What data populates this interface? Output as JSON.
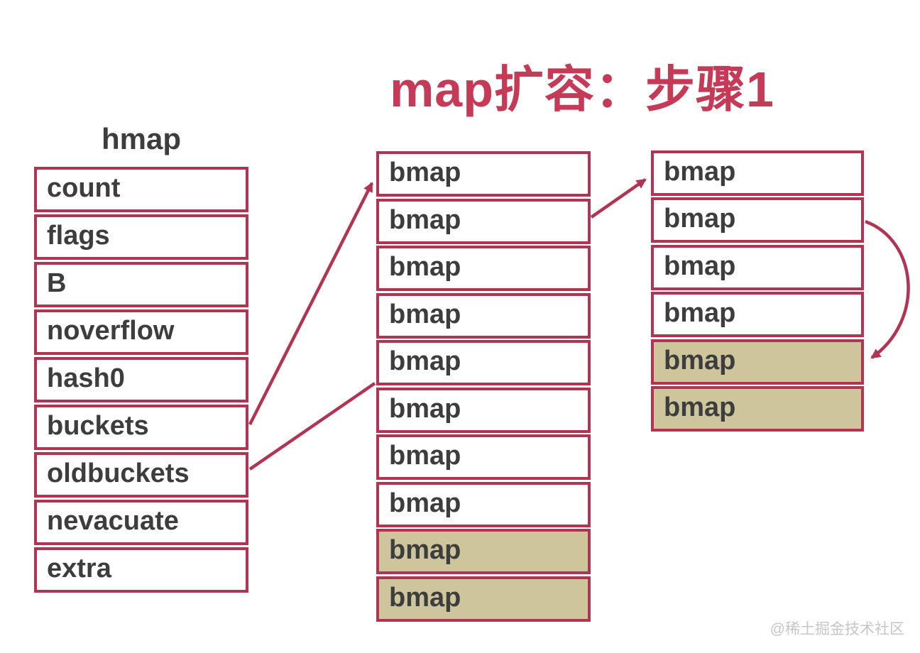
{
  "title": "map扩容：步骤1",
  "watermark": "@稀土掘金技术社区",
  "colors": {
    "crimson": "#b23453",
    "title_red": "#c43a57",
    "text_dark": "#3d3d3d",
    "highlight_tan": "#cec59d",
    "watermark_gray": "#c6c6c6",
    "background": "#ffffff"
  },
  "hmap": {
    "label": "hmap",
    "fields": [
      "count",
      "flags",
      "B",
      "noverflow",
      "hash0",
      "buckets",
      "oldbuckets",
      "nevacuate",
      "extra"
    ]
  },
  "new_bucket_array": {
    "cell_label": "bmap",
    "cell_count": 10,
    "highlighted_cells": [
      8,
      9
    ]
  },
  "old_bucket_array": {
    "cell_label": "bmap",
    "cell_count": 6,
    "highlighted_cells": [
      4,
      5
    ]
  },
  "arrows": [
    {
      "name": "buckets-to-new-array-arrow",
      "from": "hmap-field-buckets",
      "to": "new-bucket-array-cell-1",
      "head": true
    },
    {
      "name": "oldbuckets-arrow-segment-1",
      "from": "hmap-field-oldbuckets",
      "to": "new-bucket-array-left-edge",
      "head": false
    },
    {
      "name": "oldbuckets-arrow-segment-2",
      "from": "new-bucket-array-right-edge",
      "to": "old-bucket-array-cell-1",
      "head": true
    },
    {
      "name": "overflow-arc-arrow",
      "from": "old-bucket-array-cell-2",
      "to": "old-bucket-array-cell-5",
      "head": true
    }
  ]
}
